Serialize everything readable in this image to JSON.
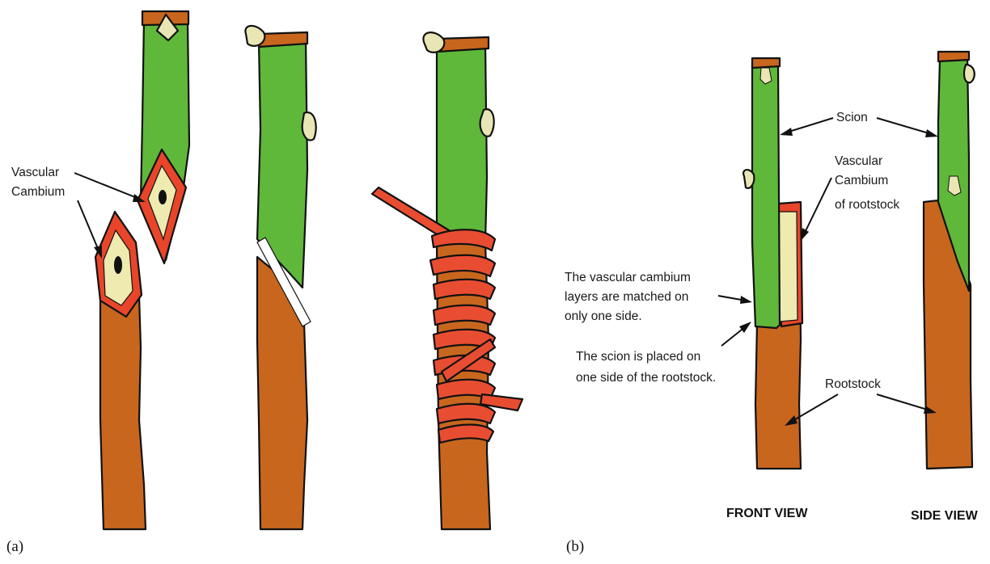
{
  "panel_a": {
    "marker": "(a)",
    "label_vascular_cambium_line1": "Vascular",
    "label_vascular_cambium_line2": "Cambium"
  },
  "panel_b": {
    "marker": "(b)",
    "label_scion": "Scion",
    "label_cambium_rootstock_line1": "Vascular",
    "label_cambium_rootstock_line2": "Cambium",
    "label_cambium_rootstock_line3": "of rootstock",
    "note_matched_line1": "The vascular cambium",
    "note_matched_line2": "layers are matched on",
    "note_matched_line3": "only one side.",
    "note_placed_line1": "The scion is placed on",
    "note_placed_line2": "one side of the rootstock.",
    "label_rootstock": "Rootstock",
    "caption_front": "FRONT VIEW",
    "caption_side": "SIDE VIEW"
  },
  "colors": {
    "scion_green": "#5fb83a",
    "rootstock_orange": "#c9661e",
    "cambium_red": "#e8452a",
    "wood_cream": "#eeeab0",
    "bud_cream": "#e9e6b6",
    "tie_red": "#e84d32"
  }
}
